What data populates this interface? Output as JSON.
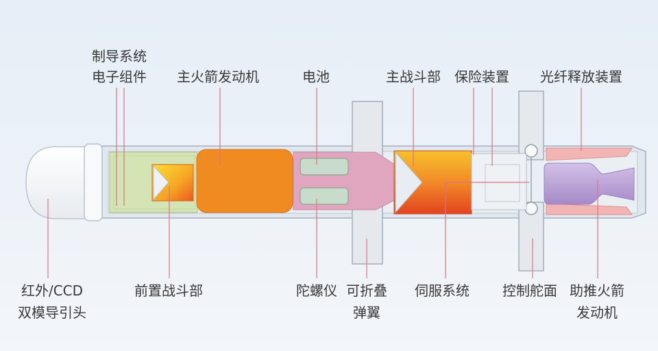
{
  "labels": {
    "guidance_electronics": [
      "制导系统",
      "电子组件"
    ],
    "main_rocket_motor": "主火箭发动机",
    "battery": "电池",
    "main_warhead": "主战斗部",
    "safety_device": "保险装置",
    "fiber_optic_release": "光纤释放装置",
    "seeker": [
      "红外/CCD",
      "双模导引头"
    ],
    "precursor_warhead": "前置战斗部",
    "gyroscope": "陀螺仪",
    "folding_wings": [
      "可折叠",
      "弹翼"
    ],
    "servo_system": "伺服系统",
    "control_surfaces": "控制舵面",
    "boost_motor": [
      "助推火箭",
      "发动机"
    ]
  },
  "colors": {
    "casing": "#e1e7ee",
    "guidance_section": "#d5e4b4",
    "main_rocket_motor": "#ef8b20",
    "battery_section": "#e0a6bf",
    "gyroscope": "#c8dccb",
    "wing": "#e5e9ee",
    "fiber_optic_release": "#f2b5b3",
    "leader_line": "#d9747f"
  }
}
